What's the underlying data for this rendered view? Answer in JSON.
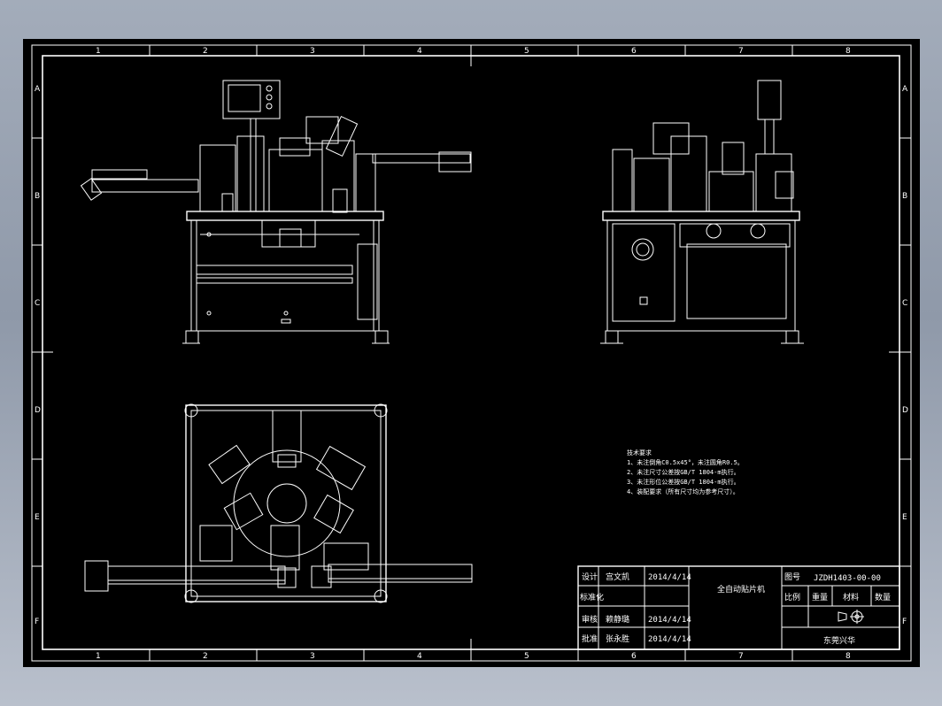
{
  "drawing": {
    "col_labels": [
      "1",
      "2",
      "3",
      "4",
      "5",
      "6",
      "7",
      "8"
    ],
    "row_labels": [
      "A",
      "B",
      "C",
      "D",
      "E",
      "F"
    ],
    "notes": {
      "lines": [
        "技术要求",
        "1、未注倒角C0.5x45°，未注圆角R0.5。",
        "2、未注尺寸公差按GB/T 1804-m执行。",
        "3、未注形位公差按GB/T 1804-m执行。",
        "4、装配要求（所有尺寸均为参考尺寸）。"
      ]
    },
    "title_block": {
      "design_label": "设计",
      "designer": "宫文凯",
      "design_date": "2014/4/14",
      "standard_label": "标准化",
      "review_label": "审核",
      "reviewer": "赖静璐",
      "review_date": "2014/4/14",
      "approve_label": "批准",
      "approver": "张永胜",
      "approve_date": "2014/4/14",
      "part_name": "全自动贴片机",
      "drawing_no_label": "图号",
      "drawing_no": "JZDH1403-00-00",
      "scale_label": "比例",
      "weight_label": "重量",
      "material_label": "材料",
      "qty_label": "数量",
      "company": "",
      "company_cn": "东莞兴华"
    }
  }
}
